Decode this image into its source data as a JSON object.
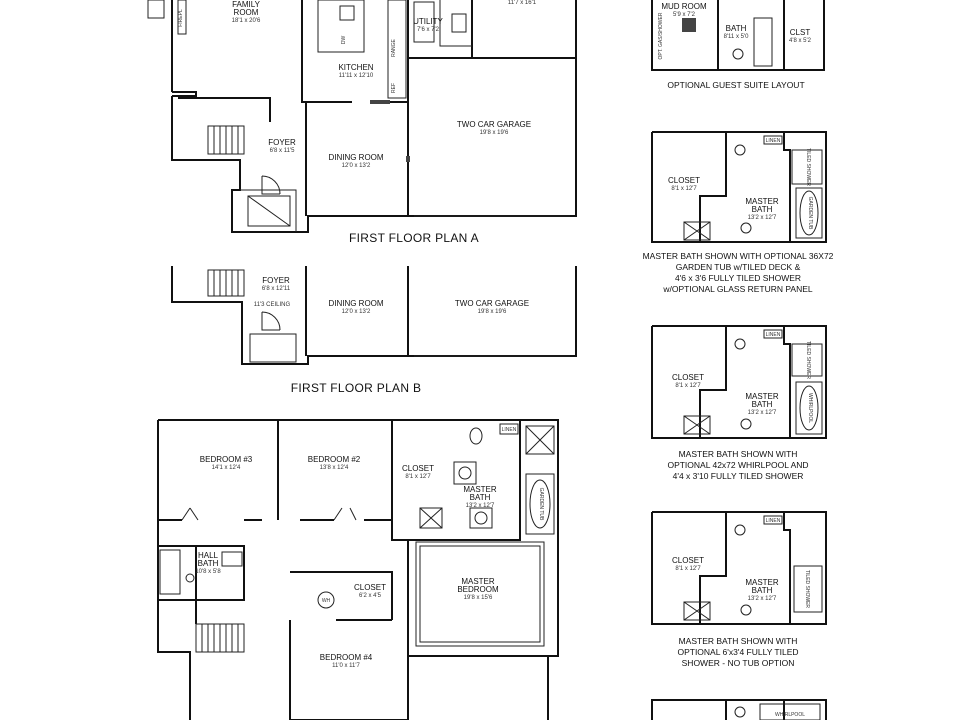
{
  "first_floor_a": {
    "title": "FIRST FLOOR PLAN A",
    "family_room": {
      "name_1": "FAMILY",
      "name_2": "ROOM",
      "dim": "18'1 x 20'6"
    },
    "kitchen": {
      "name": "KITCHEN",
      "dim": "11'11 x 12'10"
    },
    "utility": {
      "name": "UTILITY",
      "dim": "7'6 x 7'2"
    },
    "upper_room": {
      "dim": "11'7 x 16'1"
    },
    "foyer": {
      "name": "FOYER",
      "dim": "6'8 x 11'5"
    },
    "dining_room": {
      "name": "DINING ROOM",
      "dim": "12'0 x 13'2"
    },
    "garage": {
      "name": "TWO CAR GARAGE",
      "dim": "19'8 x 19'6"
    },
    "labels": {
      "range": "RANGE",
      "ref": "REF",
      "dw": "DW",
      "fireplace": "FIREPL"
    }
  },
  "first_floor_b": {
    "title": "FIRST FLOOR PLAN B",
    "foyer": {
      "name": "FOYER",
      "dim": "6'8 x 12'11"
    },
    "ceiling_note": "11'3 CEILING",
    "dining_room": {
      "name": "DINING ROOM",
      "dim": "12'0 x 13'2"
    },
    "garage": {
      "name": "TWO CAR GARAGE",
      "dim": "19'8 x 19'6"
    }
  },
  "second_floor": {
    "bedroom3": {
      "name": "BEDROOM #3",
      "dim": "14'1 x 12'4"
    },
    "bedroom2": {
      "name": "BEDROOM #2",
      "dim": "13'8 x 12'4"
    },
    "closet_master": {
      "name": "CLOSET",
      "dim": "8'1 x 12'7"
    },
    "master_bath": {
      "name_1": "MASTER",
      "name_2": "BATH",
      "dim": "13'2 x 12'7"
    },
    "linen": "LINEN",
    "garden_tub": "GARDEN TUB",
    "hall_bath": {
      "name_1": "HALL",
      "name_2": "BATH",
      "dim": "10'8 x 5'8"
    },
    "closet_small": {
      "name": "CLOSET",
      "dim": "6'2 x 4'5"
    },
    "wh": "WH",
    "master_bedroom": {
      "name_1": "MASTER",
      "name_2": "BEDROOM",
      "dim": "19'8 x 15'6"
    },
    "bedroom4": {
      "name": "BEDROOM #4",
      "dim": "11'0 x 11'7"
    }
  },
  "guest_suite": {
    "caption": "OPTIONAL GUEST SUITE LAYOUT",
    "room": {
      "name": "MUD ROOM",
      "dim": "5'9 x 7'2"
    },
    "bath": {
      "name": "BATH",
      "dim": "8'11 x 5'0"
    },
    "closet": {
      "name": "CLST",
      "dim": "4'8 x 5'2"
    },
    "side_note": "OPT. GAS/SHOWER"
  },
  "option1": {
    "caption_lines": [
      "MASTER BATH SHOWN WITH OPTIONAL 36X72",
      "GARDEN TUB w/TILED DECK  &",
      "4'6 x 3'6 FULLY TILED SHOWER",
      "w/OPTIONAL GLASS RETURN PANEL"
    ],
    "closet": {
      "name": "CLOSET",
      "dim": "8'1 x 12'7"
    },
    "bath": {
      "name_1": "MASTER",
      "name_2": "BATH",
      "dim": "13'2 x 12'7"
    },
    "linen": "LINEN",
    "tub": "GARDEN TUB",
    "shower": "TILED SHOWER"
  },
  "option2": {
    "caption_lines": [
      "MASTER BATH SHOWN WITH",
      "OPTIONAL 42x72 WHIRLPOOL AND",
      "4'4 x 3'10 FULLY TILED SHOWER"
    ],
    "closet": {
      "name": "CLOSET",
      "dim": "8'1 x 12'7"
    },
    "bath": {
      "name_1": "MASTER",
      "name_2": "BATH",
      "dim": "13'2 x 12'7"
    },
    "linen": "LINEN",
    "tub": "WHIRLPOOL",
    "shower": "TILED SHOWER"
  },
  "option3": {
    "caption_lines": [
      "MASTER BATH SHOWN WITH",
      "OPTIONAL 6'x3'4 FULLY TILED",
      "SHOWER - NO TUB OPTION"
    ],
    "closet": {
      "name": "CLOSET",
      "dim": "8'1 x 12'7"
    },
    "bath": {
      "name_1": "MASTER",
      "name_2": "BATH",
      "dim": "13'2 x 12'7"
    },
    "linen": "LINEN",
    "shower": "TILED SHOWER"
  },
  "option4": {
    "tub": "WHIRLPOOL"
  }
}
